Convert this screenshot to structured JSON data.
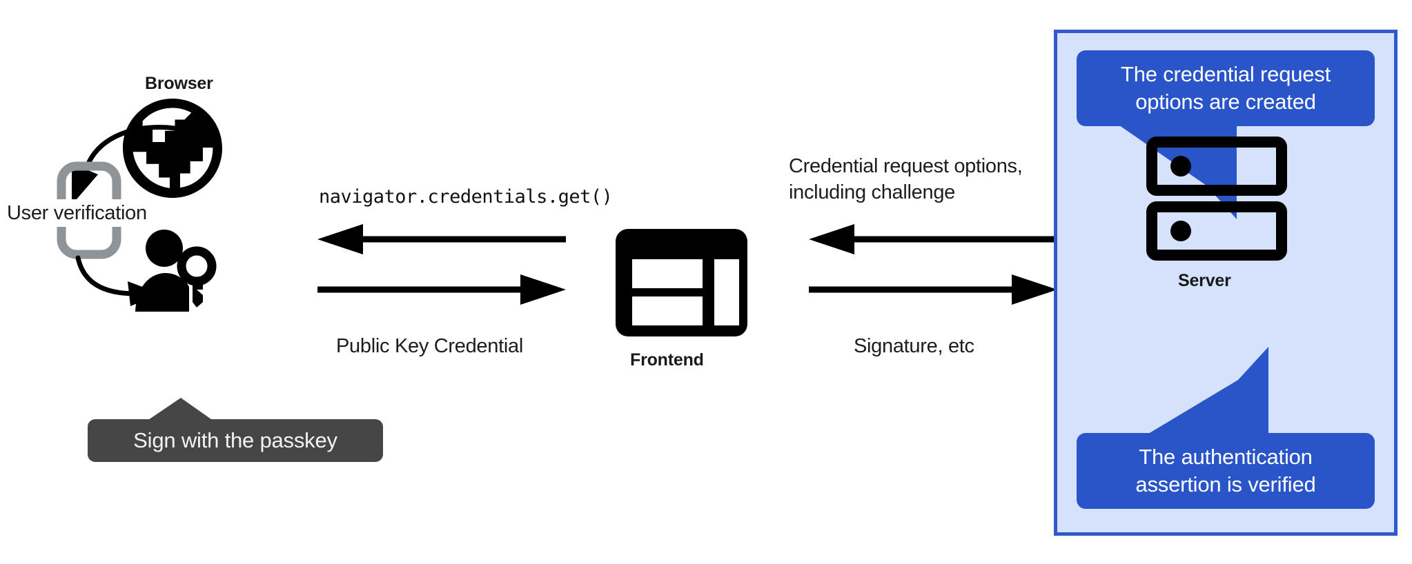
{
  "diagram": {
    "title": "WebAuthn passkey authentication flow",
    "colors": {
      "panel_fill": "#d6e2fb",
      "panel_border": "#3059ca",
      "callout_blue": "#2a55c8",
      "tooltip_gray": "#464646",
      "icon_black": "#000000",
      "phone_gray": "#8e9498",
      "text_black": "#1d1d1f"
    }
  },
  "client": {
    "browser_label": "Browser",
    "browser_icon": "globe-icon",
    "phone_icon": "smartphone-icon",
    "user_key_icon": "person-with-key-icon",
    "user_verification_label": "User verification",
    "passkey_tooltip": "Sign with the passkey"
  },
  "left_channel": {
    "top_label": "navigator.credentials.get()",
    "top_arrow_direction": "left",
    "bottom_label": "Public Key Credential",
    "bottom_arrow_direction": "right"
  },
  "frontend": {
    "label": "Frontend",
    "icon": "browser-window-layout-icon"
  },
  "right_channel": {
    "top_label_line1": "Credential request options,",
    "top_label_line2": "including challenge",
    "top_arrow_direction": "left",
    "bottom_label": "Signature, etc",
    "bottom_arrow_direction": "right"
  },
  "server": {
    "label": "Server",
    "icon": "server-rack-icon",
    "callout_top_line1": "The credential request",
    "callout_top_line2": "options are created",
    "callout_bottom_line1": "The authentication",
    "callout_bottom_line2": "assertion is verified"
  }
}
